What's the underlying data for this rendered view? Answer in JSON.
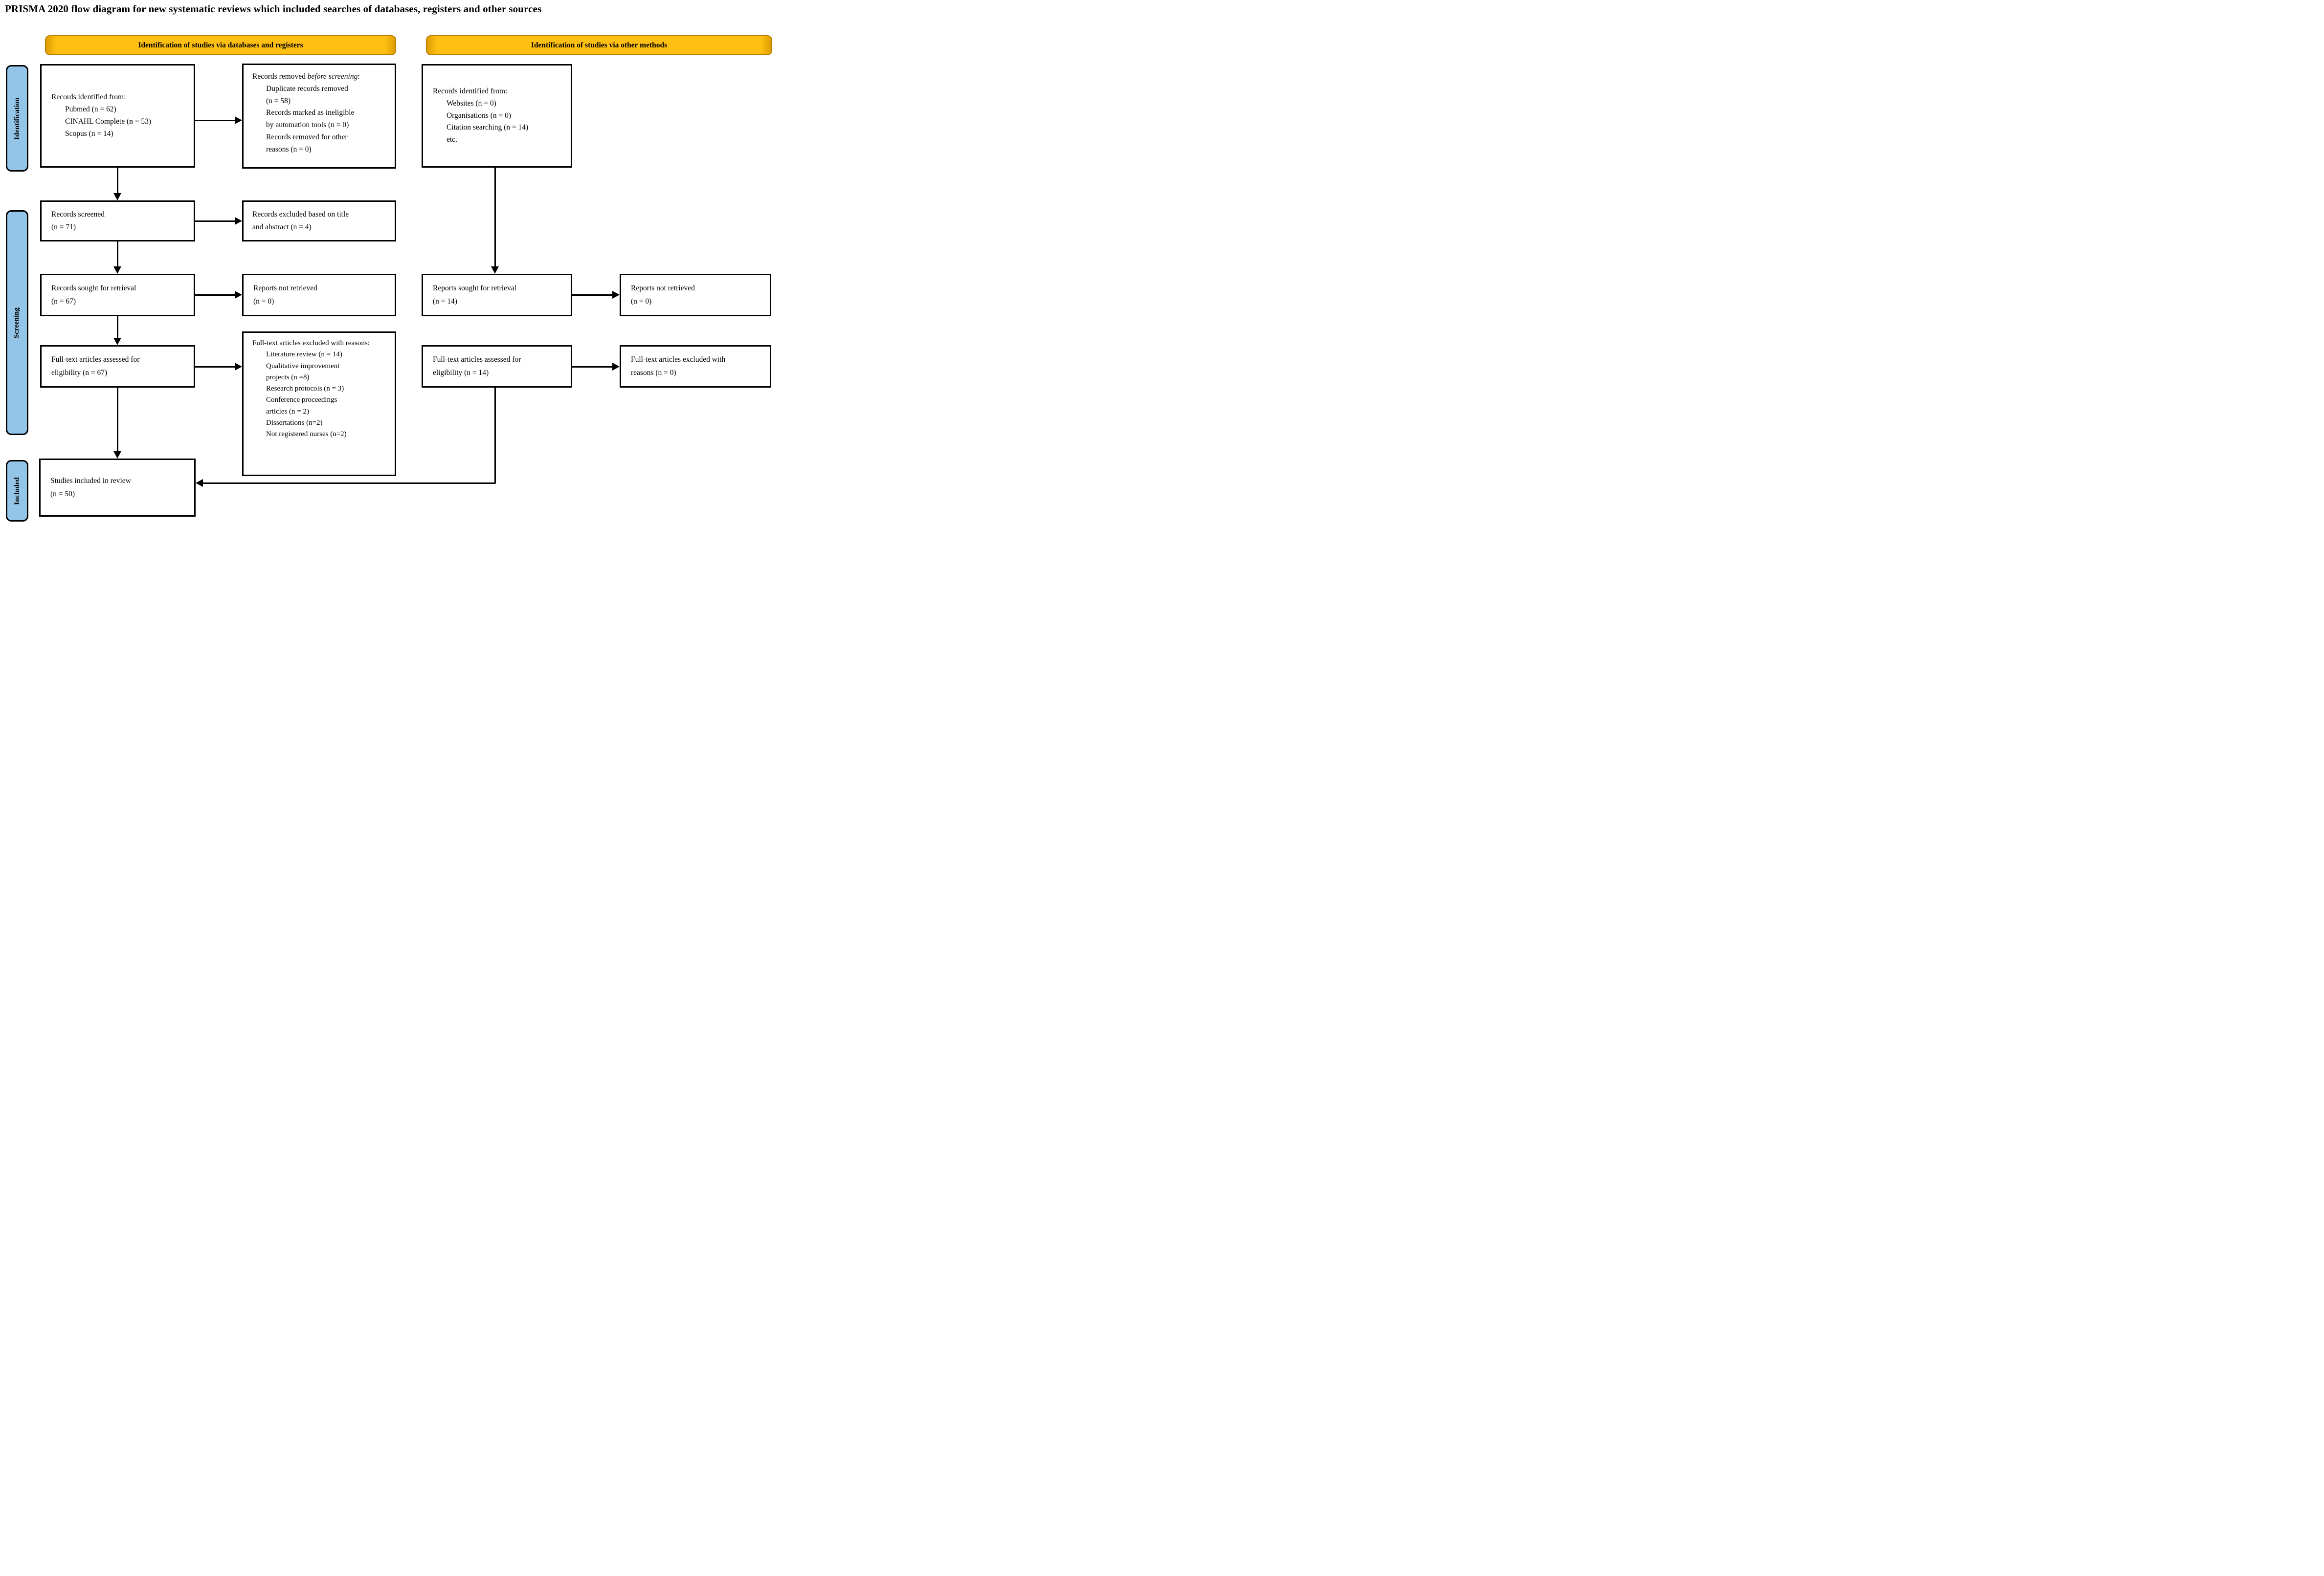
{
  "title": "PRISMA 2020 flow diagram for new systematic reviews which included searches of databases, registers and other sources",
  "banners": {
    "left": "Identification of studies via databases and registers",
    "right": "Identification of studies via other methods"
  },
  "sidebar": {
    "identification": "Identification",
    "screening": "Screening",
    "included": "Included"
  },
  "boxes": {
    "db_identified": {
      "heading": "Records identified from:",
      "items": [
        "Pubmed (n = 62)",
        "CINAHL Complete (n = 53)",
        "Scopus (n = 14)"
      ]
    },
    "removed_before": {
      "heading_prefix": "Records removed",
      "heading_italic": " before screening",
      "heading_suffix": ":",
      "items": [
        [
          "Duplicate records removed",
          "(n = 58)"
        ],
        [
          "Records marked as ineligible",
          "by automation tools (n = 0)"
        ],
        [
          "Records removed for other",
          "reasons (n = 0)"
        ]
      ]
    },
    "other_identified": {
      "heading": "Records identified from:",
      "items": [
        "Websites (n = 0)",
        "Organisations (n = 0)",
        "Citation searching (n = 14)",
        "etc."
      ]
    },
    "records_screened": {
      "line1": "Records screened",
      "line2": "(n = 71)"
    },
    "records_excluded": {
      "line1": "Records excluded based on title",
      "line2": "and abstract (n = 4)"
    },
    "records_sought": {
      "line1": "Records sought for retrieval",
      "line2": "(n = 67)"
    },
    "reports_not_retrieved_db": {
      "line1": "Reports not retrieved",
      "line2": "(n = 0)"
    },
    "reports_sought_other": {
      "line1": "Reports sought for retrieval",
      "line2": "(n = 14)"
    },
    "reports_not_retrieved_other": {
      "line1": "Reports not retrieved",
      "line2": "(n = 0)"
    },
    "fulltext_assessed_db": {
      "line1": "Full-text articles assessed for",
      "line2": "eligibility (n = 67)"
    },
    "fulltext_excluded_db": {
      "heading": "Full-text articles excluded with reasons:",
      "items": [
        [
          "Literature review (n = 14)"
        ],
        [
          "Qualitative improvement",
          "projects (n =8)"
        ],
        [
          "Research protocols (n = 3)"
        ],
        [
          "Conference proceedings",
          "articles (n = 2)"
        ],
        [
          "Dissertations (n=2)"
        ],
        [
          "Not registered nurses (n=2)"
        ]
      ]
    },
    "fulltext_assessed_other": {
      "line1": "Full-text articles assessed for",
      "line2": "eligibility (n = 14)"
    },
    "fulltext_excluded_other": {
      "line1": "Full-text articles excluded with",
      "line2": "reasons (n = 0)"
    },
    "studies_included": {
      "line1": "Studies included in review",
      "line2": "(n = 50)"
    }
  },
  "colors": {
    "banner_fill": "#FFC013",
    "banner_border": "#C07F00",
    "sidebar_fill": "#92C5E8",
    "box_background": "#FFFFFF",
    "line_color": "#000000"
  }
}
